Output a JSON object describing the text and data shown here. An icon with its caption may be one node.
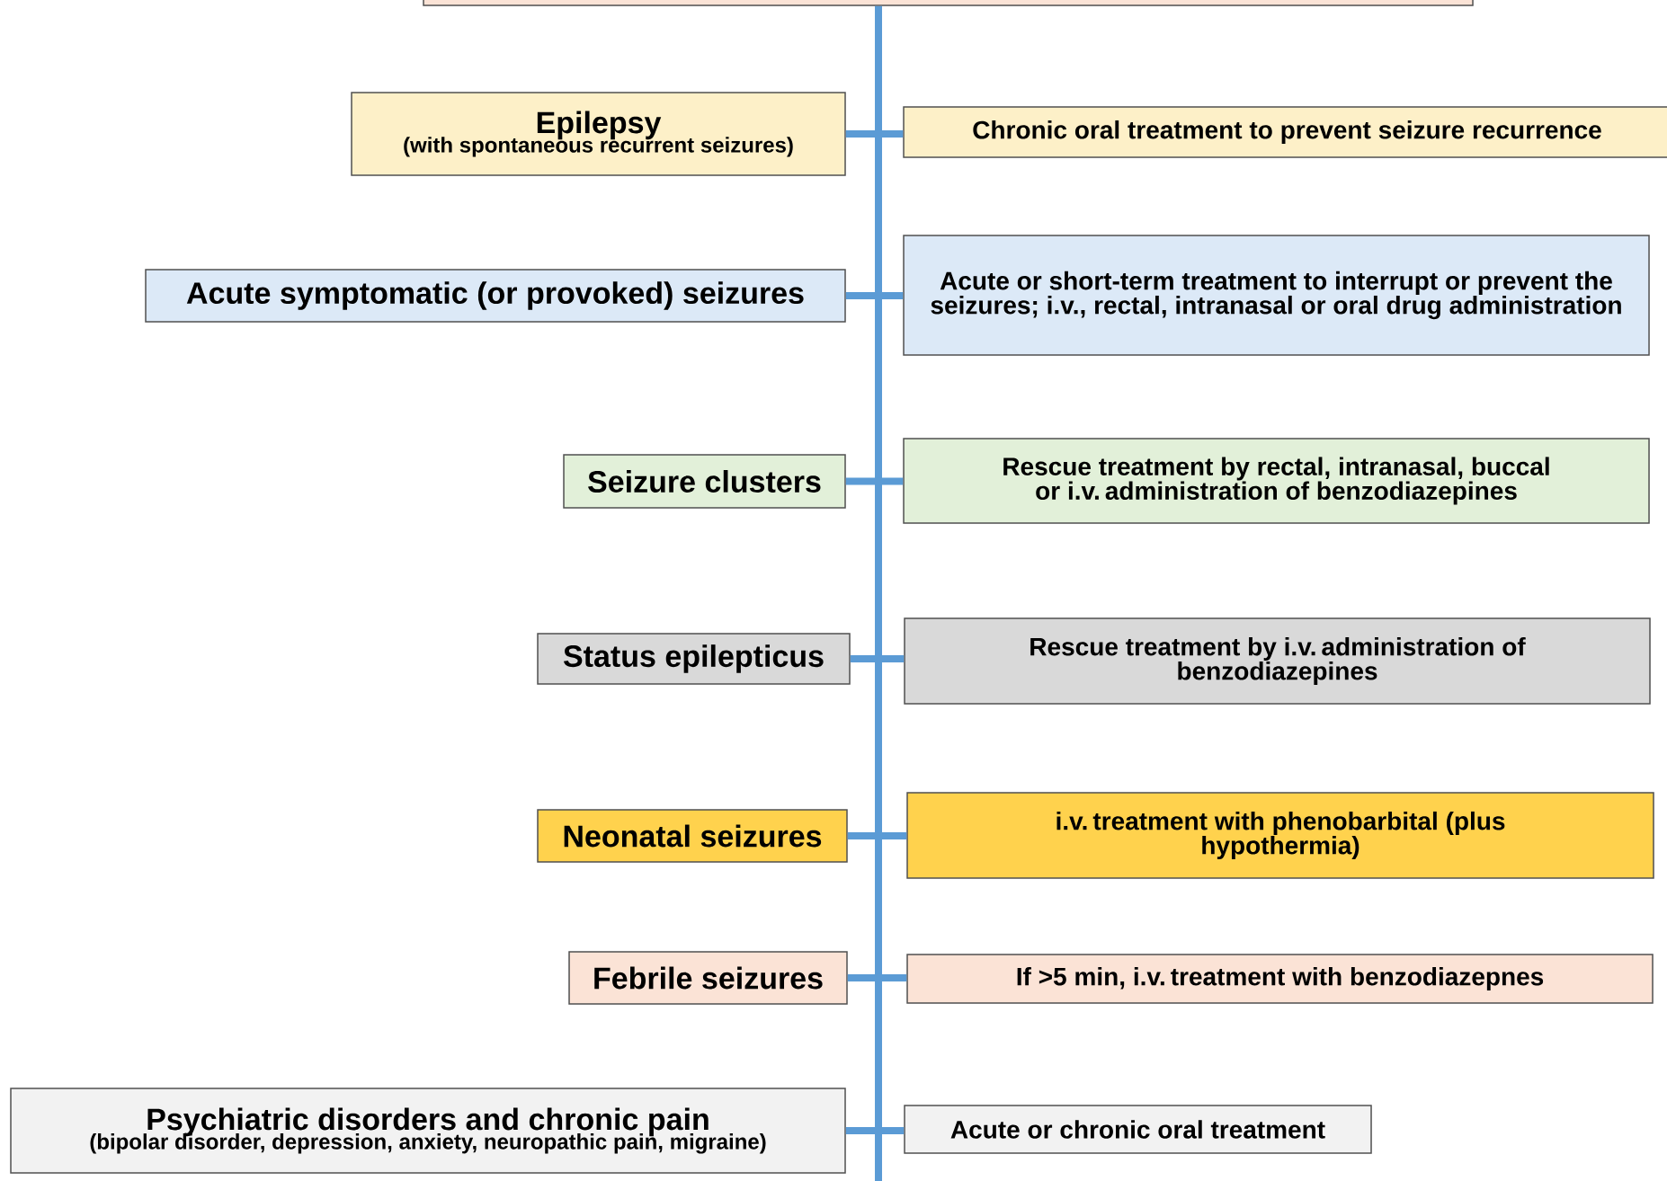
{
  "diagram": {
    "nodes": [
      {
        "text": [],
        "shape": "box"
      },
      {
        "text": [
          "Epilepsy",
          "(with spontaneous recurrent seizures)"
        ]
      },
      {
        "text": [
          "Chronic oral treatment to prevent seizure recurrence"
        ]
      },
      {
        "text": [
          "Acute symptomatic (or provoked) seizures"
        ]
      },
      {
        "text": [
          "Acute or short-term treatment to interrupt or prevent the seizures; i.v., rectal, intranasal or oral drug administration"
        ]
      },
      {
        "text": [
          "Seizure clusters"
        ]
      },
      {
        "text": [
          "Rescue treatment by rectal, intranasal, buccal or i.v. administration of benzodiazepines"
        ]
      },
      {
        "text": [
          "Status epilepticus"
        ]
      },
      {
        "text": [
          "Rescue treatment by i.v. administration of benzodiazepines"
        ]
      },
      {
        "text": [
          "Neonatal seizures"
        ]
      },
      {
        "text": [
          "i.v. treatment with phenobarbital (plus hypothermia)"
        ]
      },
      {
        "text": [
          "Febrile seizures"
        ]
      },
      {
        "text": [
          "If >5 min, i.v. treatment with benzodiazepnes"
        ]
      },
      {
        "text": [
          "Psychiatric disorders and chronic pain",
          "(bipolar disorder, depression, anxiety, neuropathic pain, migraine)"
        ]
      },
      {
        "text": [
          "Acute or chronic oral treatment"
        ]
      }
    ],
    "edges": [
      {
        "from": 0,
        "to": null,
        "arrow": "none"
      },
      {
        "from": 1,
        "to": 2,
        "arrow": "none"
      },
      {
        "from": 3,
        "to": 4,
        "arrow": "none"
      },
      {
        "from": 5,
        "to": 6,
        "arrow": "none"
      },
      {
        "from": 7,
        "to": 8,
        "arrow": "none"
      },
      {
        "from": 9,
        "to": 10,
        "arrow": "none"
      },
      {
        "from": 11,
        "to": 12,
        "arrow": "none"
      },
      {
        "from": 13,
        "to": 14,
        "arrow": "none"
      }
    ]
  }
}
